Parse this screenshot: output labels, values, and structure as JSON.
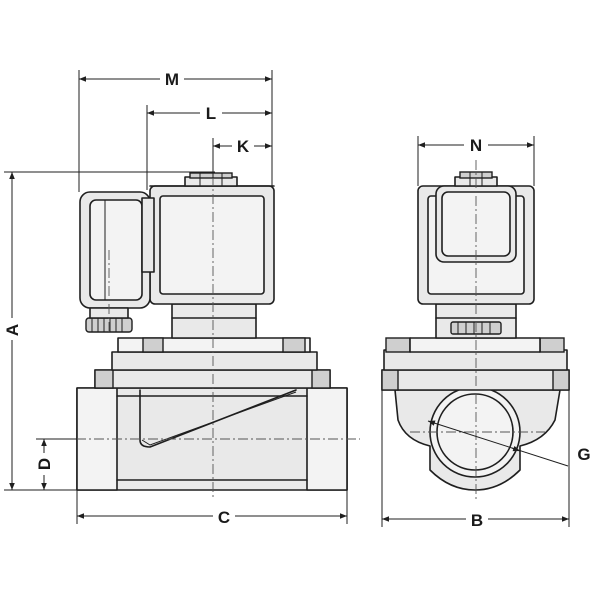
{
  "labels": {
    "M": "M",
    "L": "L",
    "K": "K",
    "A": "A",
    "C": "C",
    "D": "D",
    "N": "N",
    "G": "G",
    "B": "B"
  },
  "colors": {
    "ink": "#1f1f1f",
    "body_fill": "#e9e9e9",
    "background": "#ffffff"
  }
}
